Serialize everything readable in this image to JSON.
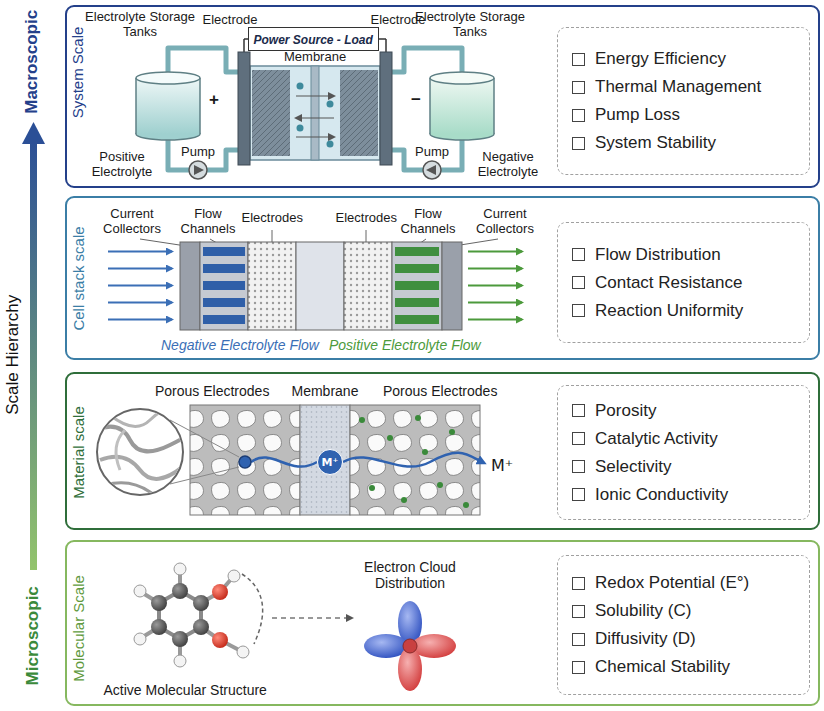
{
  "diagram": {
    "nodes": [
      {
        "text": [
          "System Scale"
        ]
      },
      {
        "text": [
          "Power Source - Load"
        ],
        "in": 0
      },
      {
        "text": [
          "Energy Efficiency",
          "Thermal Management",
          "Pump Loss",
          "System Stability"
        ],
        "in": 0
      },
      {
        "text": [
          "Cell stack scale"
        ]
      },
      {
        "text": [
          "Flow Distribution",
          "Contact Resistance",
          "Reaction Uniformity"
        ],
        "in": 3
      },
      {
        "text": [
          "Material scale"
        ]
      },
      {
        "text": [
          "M⁺"
        ],
        "in": 5
      },
      {
        "text": [
          "Porosity",
          "Catalytic Activity",
          "Selectivity",
          "Ionic Conductivity"
        ],
        "in": 5
      },
      {
        "text": [
          "Molecular Scale"
        ]
      },
      {
        "text": [
          "Redox Potential (E°)",
          "Solubility (C)",
          "Diffusivity (D)",
          "Chemical Stability"
        ],
        "in": 8
      }
    ],
    "labels": [
      "Macroscopic",
      "Scale Hierarchy",
      "Microscopic",
      "Electrolyte Storage Tanks",
      "Electrode",
      "Electrode",
      "Electrolyte Storage Tanks",
      "Membrane",
      "+",
      "−",
      "Positive Electrolyte",
      "Pump",
      "Pump",
      "Negative Electrolyte",
      "Current Collectors",
      "Flow Channels",
      "Electrodes",
      "Electrodes",
      "Flow Channels",
      "Current Collectors",
      "Negative Electrolyte Flow",
      "Positive Electrolyte Flow",
      "Porous Electrodes",
      "Membrane",
      "Porous Electrodes",
      "M⁺",
      "Electron Cloud Distribution",
      "Active Molecular Structure"
    ]
  }
}
